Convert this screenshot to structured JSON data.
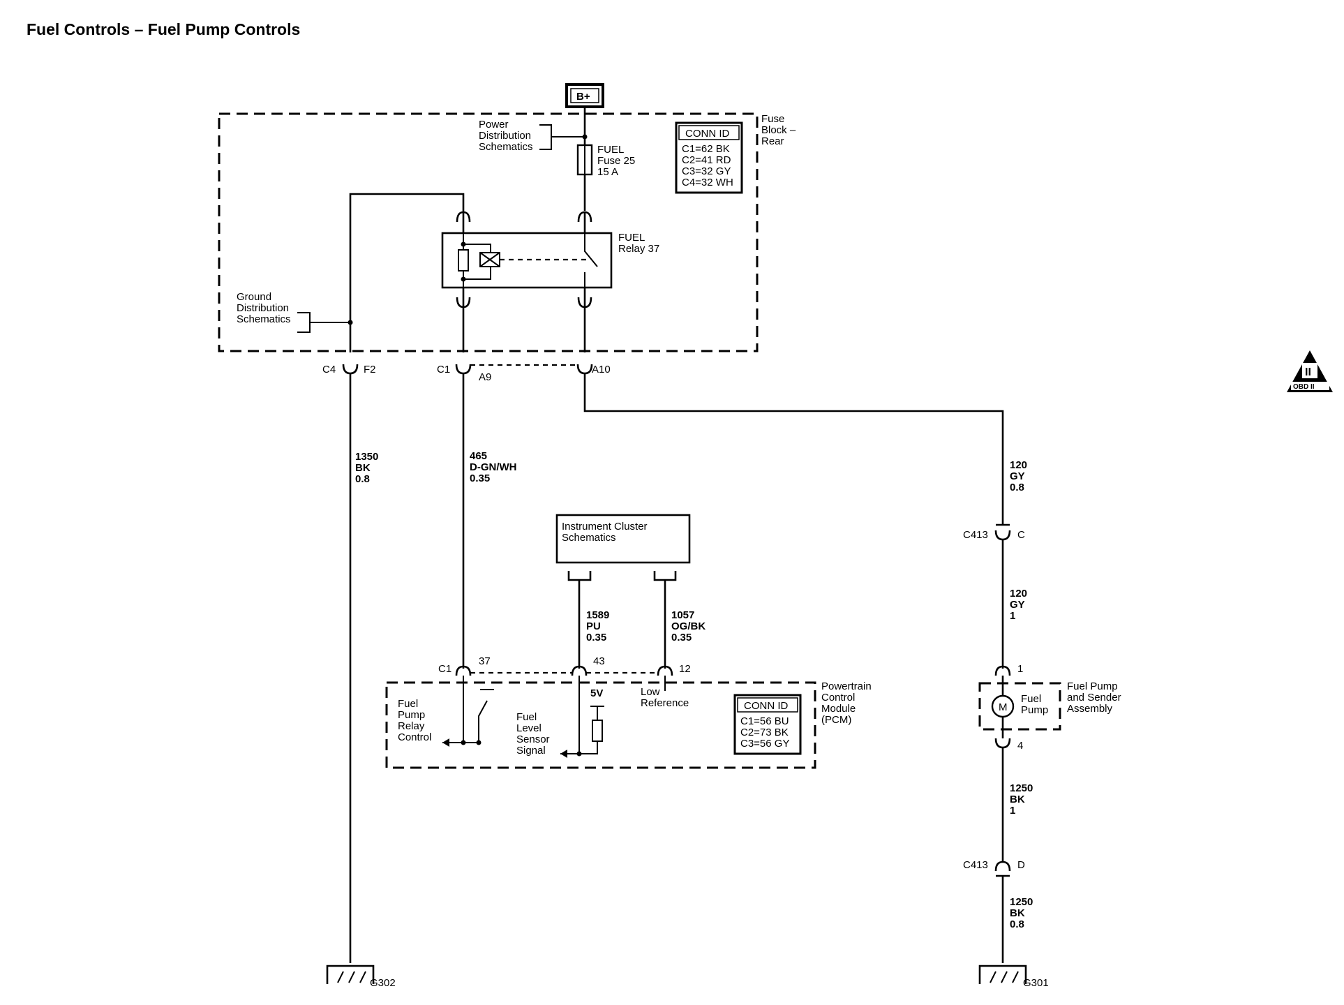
{
  "title": "Fuel Controls – Fuel Pump Controls",
  "battery_label": "B+",
  "fuse_block": {
    "name": [
      "Fuse",
      "Block –",
      "Rear"
    ],
    "conn_header": "CONN ID",
    "conn_ids": [
      "C1=62 BK",
      "C2=41 RD",
      "C3=32 GY",
      "C4=32 WH"
    ],
    "power_ref": [
      "Power",
      "Distribution",
      "Schematics"
    ],
    "ground_ref": [
      "Ground",
      "Distribution",
      "Schematics"
    ],
    "fuse": [
      "FUEL",
      "Fuse 25",
      "15 A"
    ],
    "relay": [
      "FUEL",
      "Relay 37"
    ]
  },
  "connectors_top": {
    "c4": "C4",
    "f2": "F2",
    "c1": "C1",
    "a9": "A9",
    "a10": "A10"
  },
  "wires": {
    "w1350": [
      "1350",
      "BK",
      "0.8"
    ],
    "w465": [
      "465",
      "D-GN/WH",
      "0.35"
    ],
    "w120a": [
      "120",
      "GY",
      "0.8"
    ],
    "w120b": [
      "120",
      "GY",
      "1"
    ],
    "w1589": [
      "1589",
      "PU",
      "0.35"
    ],
    "w1057": [
      "1057",
      "OG/BK",
      "0.35"
    ],
    "w1250a": [
      "1250",
      "BK",
      "1"
    ],
    "w1250b": [
      "1250",
      "BK",
      "0.8"
    ]
  },
  "instrument_cluster": [
    "Instrument Cluster",
    "Schematics"
  ],
  "pcm": {
    "name": [
      "Powertrain",
      "Control",
      "Module",
      "(PCM)"
    ],
    "conn_header": "CONN ID",
    "conn_ids": [
      "C1=56 BU",
      "C2=73 BK",
      "C3=56 GY"
    ],
    "c1": "C1",
    "pin37": "37",
    "pin43": "43",
    "pin12": "12",
    "relay_control": [
      "Fuel",
      "Pump",
      "Relay",
      "Control"
    ],
    "level_signal": [
      "Fuel",
      "Level",
      "Sensor",
      "Signal"
    ],
    "five_v": "5V",
    "low_ref": [
      "Low",
      "Reference"
    ]
  },
  "pump": {
    "assembly": [
      "Fuel Pump",
      "and Sender",
      "Assembly"
    ],
    "motor_symbol": "M",
    "label": [
      "Fuel",
      "Pump"
    ],
    "pin1": "1",
    "pin4": "4"
  },
  "c413_top": {
    "name": "C413",
    "pin": "C"
  },
  "c413_bot": {
    "name": "C413",
    "pin": "D"
  },
  "grounds": {
    "g302": "G302",
    "g301": "G301"
  },
  "obd_badge": {
    "symbol": "II",
    "text": "OBD II"
  }
}
